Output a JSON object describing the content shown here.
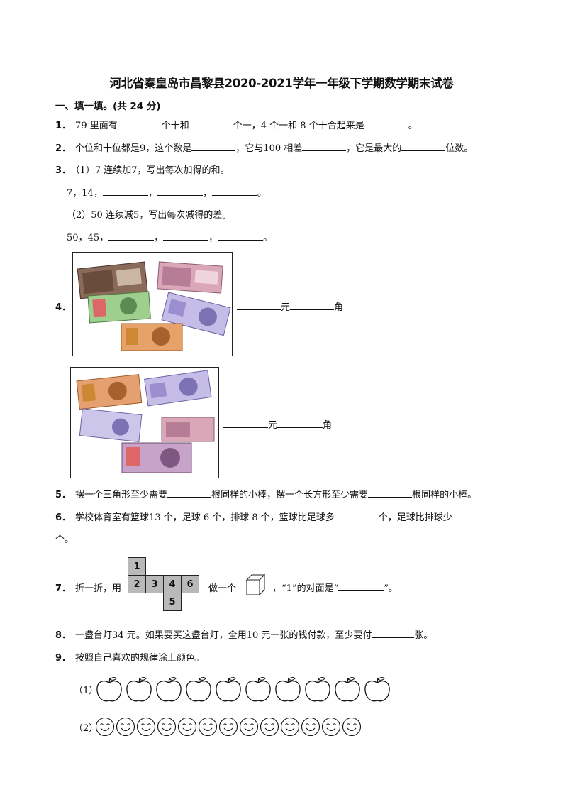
{
  "title": "河北省秦皇岛市昌黎县2020-2021学年一年级下学期数学期末试卷",
  "section1": "一、填一填。(共 24 分)",
  "q1": {
    "num": "1．",
    "a": "79 里面有",
    "b": "个十和",
    "c": "个一，4 个一和 8 个十合起来是",
    "d": "。"
  },
  "q2": {
    "num": "2．",
    "a": "个位和十位都是9，这个数是",
    "b": "，它与100 相差",
    "c": "，它是最大的",
    "d": "位数。"
  },
  "q3": {
    "num": "3．",
    "a": "（1）7 连续加7，写出每次加得的和。",
    "b": "7，14，",
    "c": "（2）50 连续减5，写出每次减得的差。",
    "d": "50，45，",
    "sep": "，",
    "end": "。"
  },
  "q4": {
    "num": "4．",
    "yuan": "元",
    "jiao": "角"
  },
  "q5": {
    "num": "5．",
    "a": "摆一个三角形至少需要",
    "b": "根同样的小棒，摆一个长方形至少需要",
    "c": "根同样的小棒。"
  },
  "q6": {
    "num": "6．",
    "a": "学校体育室有篮球13 个，足球 6 个，排球 8 个，篮球比足球多",
    "b": "个，足球比排球少",
    "c": "个。"
  },
  "q7": {
    "num": "7．",
    "a": "折一折，用",
    "b": "做一个",
    "c": "，“1”的对面是“",
    "d": "”。",
    "net": [
      "1",
      "2",
      "3",
      "4",
      "6",
      "5"
    ]
  },
  "q8": {
    "num": "8．",
    "a": "一盏台灯34 元。如果要买这盏台灯，全用10 元一张的钱付款，至少要付",
    "b": "张。"
  },
  "q9": {
    "num": "9．",
    "a": "按照自己喜欢的规律涂上颜色。",
    "l1": "（1）",
    "l2": "（2）"
  },
  "colors": {
    "ink": "#111111",
    "net_fill": "#b9b9b9"
  },
  "icons": {
    "apple": "apple-outline-icon",
    "smiley": "smiley-face-icon",
    "cube": "cube-icon"
  }
}
